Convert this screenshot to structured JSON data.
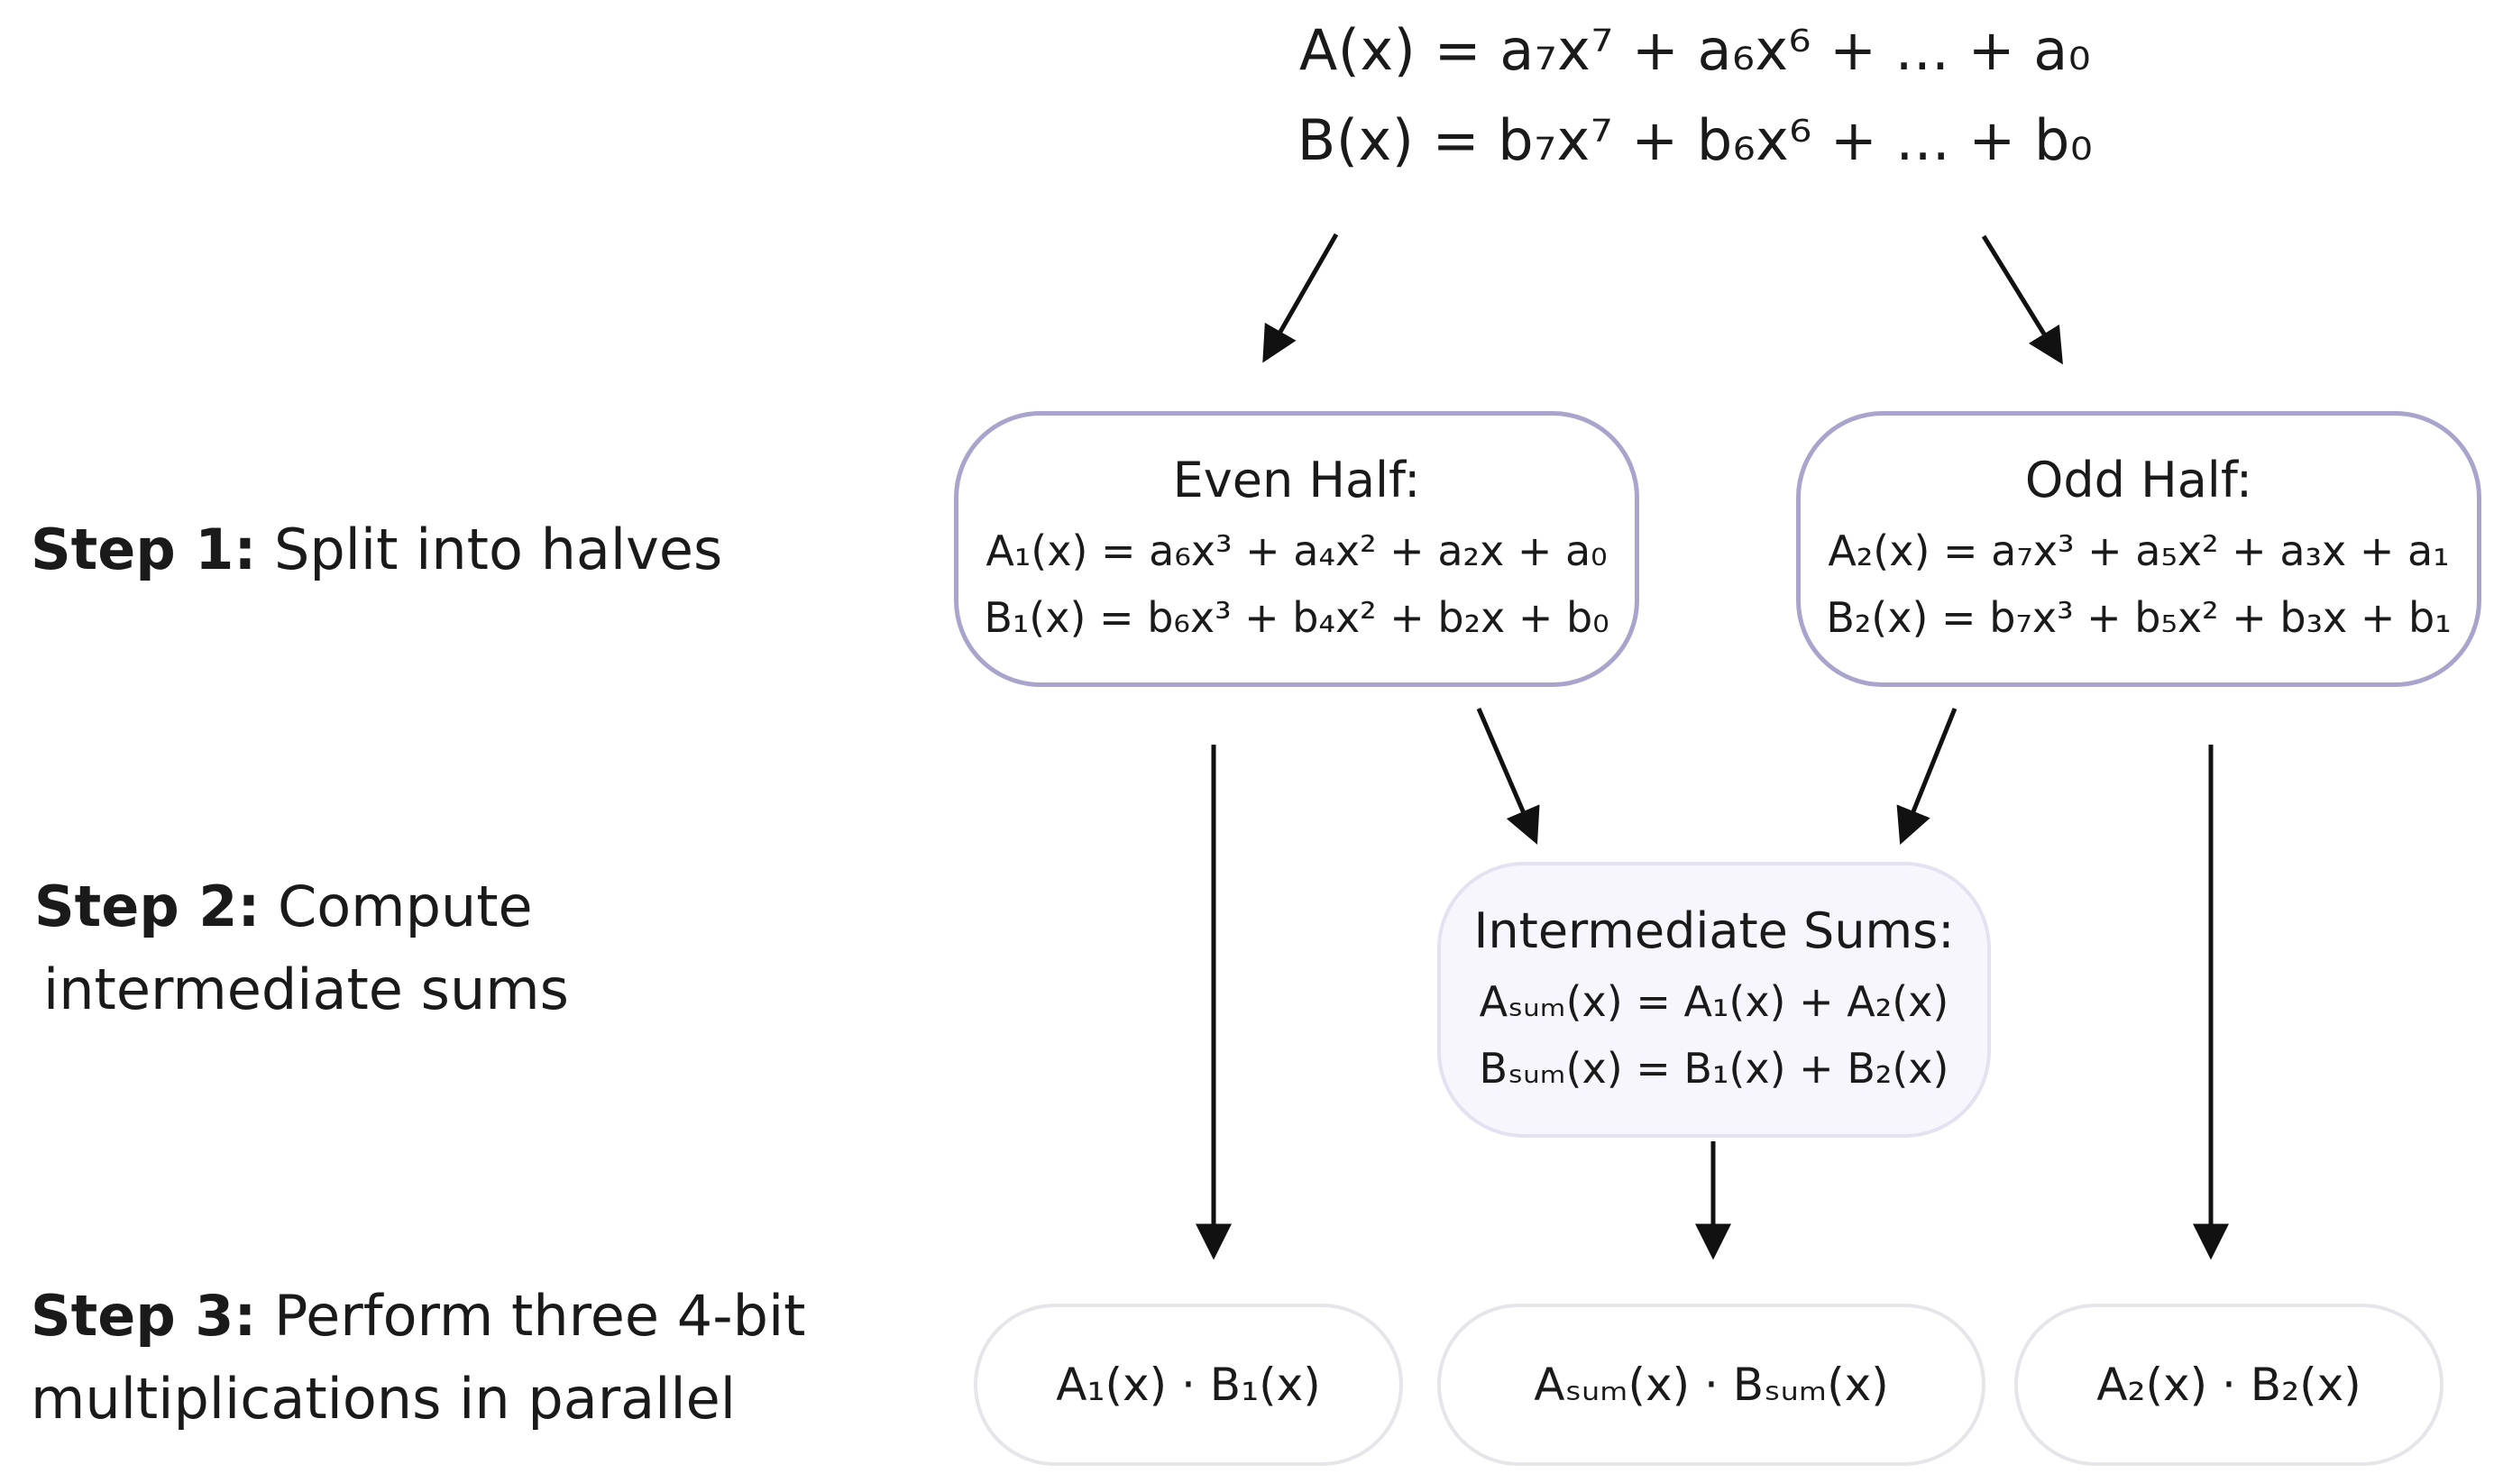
{
  "polynomials": {
    "a_line": "A(x) = a₇x⁷ + a₆x⁶ + ... + a₀",
    "b_line": "B(x) = b₇x⁷ + b₆x⁶ + ... + b₀"
  },
  "steps": [
    {
      "bold": "Step 1:",
      "text_line1": " Split into halves",
      "text_line2": ""
    },
    {
      "bold": "Step 2:",
      "text_line1": " Compute",
      "text_line2": "intermediate sums"
    },
    {
      "bold": "Step 3:",
      "text_line1": " Perform three 4-bit",
      "text_line2": "multiplications in parallel"
    }
  ],
  "even_half": {
    "title": "Even Half:",
    "a_line": "A₁(x) = a₆x³ + a₄x² + a₂x + a₀",
    "b_line": "B₁(x) = b₆x³ + b₄x² + b₂x + b₀"
  },
  "odd_half": {
    "title": "Odd Half:",
    "a_line": "A₂(x) = a₇x³ + a₅x² + a₃x + a₁",
    "b_line": "B₂(x) = b₇x³ + b₅x² + b₃x + b₁"
  },
  "intermediate": {
    "title": "Intermediate Sums:",
    "a_line": "Aₛᵤₘ(x) = A₁(x) + A₂(x)",
    "b_line": "Bₛᵤₘ(x) = B₁(x) + B₂(x)"
  },
  "results": {
    "left": "A₁(x) · B₁(x)",
    "middle": "Aₛᵤₘ(x) · Bₛᵤₘ(x)",
    "right": "A₂(x) · B₂(x)"
  },
  "colors": {
    "split_border": "#a9a4cc",
    "sum_fill": "#f8f6fd",
    "arrow": "#111111"
  }
}
